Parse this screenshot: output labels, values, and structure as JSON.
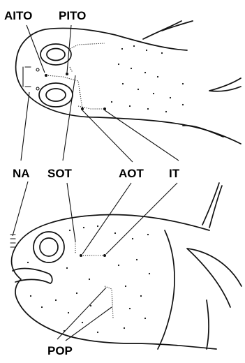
{
  "labels": {
    "aito": "AITO",
    "pito": "PITO",
    "na": "NA",
    "sot": "SOT",
    "aot": "AOT",
    "it": "IT",
    "pop": "POP"
  }
}
